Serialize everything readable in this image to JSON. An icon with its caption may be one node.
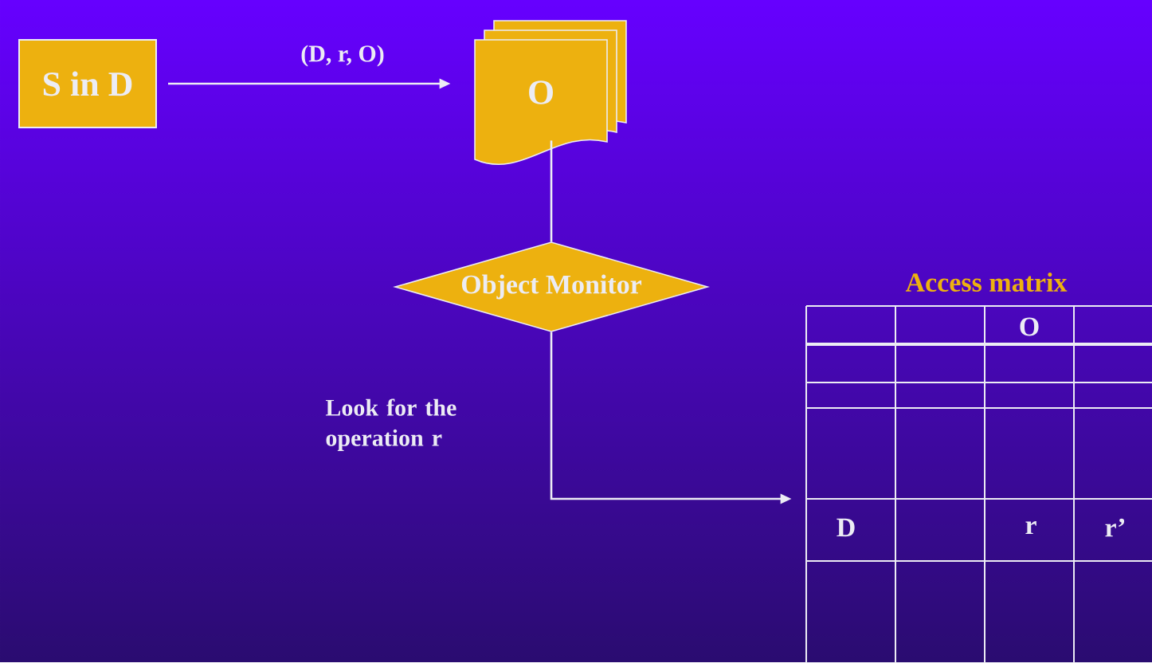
{
  "diagram": {
    "nodes": [
      {
        "text": [
          "S in D"
        ]
      },
      {
        "text": [
          "O"
        ]
      },
      {
        "text": [
          "Object Monitor"
        ]
      },
      {
        "text": [
          "Access matrix"
        ]
      }
    ],
    "edges": [
      {
        "from": 0,
        "to": 1,
        "arrow": "to",
        "label": "(D, r, O)"
      },
      {
        "from": 1,
        "to": 2,
        "arrow": "none"
      },
      {
        "from": 2,
        "to": 3,
        "arrow": "to",
        "label": "Look for the operation r"
      }
    ],
    "labels": [
      "O",
      "D",
      "r",
      "r’"
    ]
  }
}
